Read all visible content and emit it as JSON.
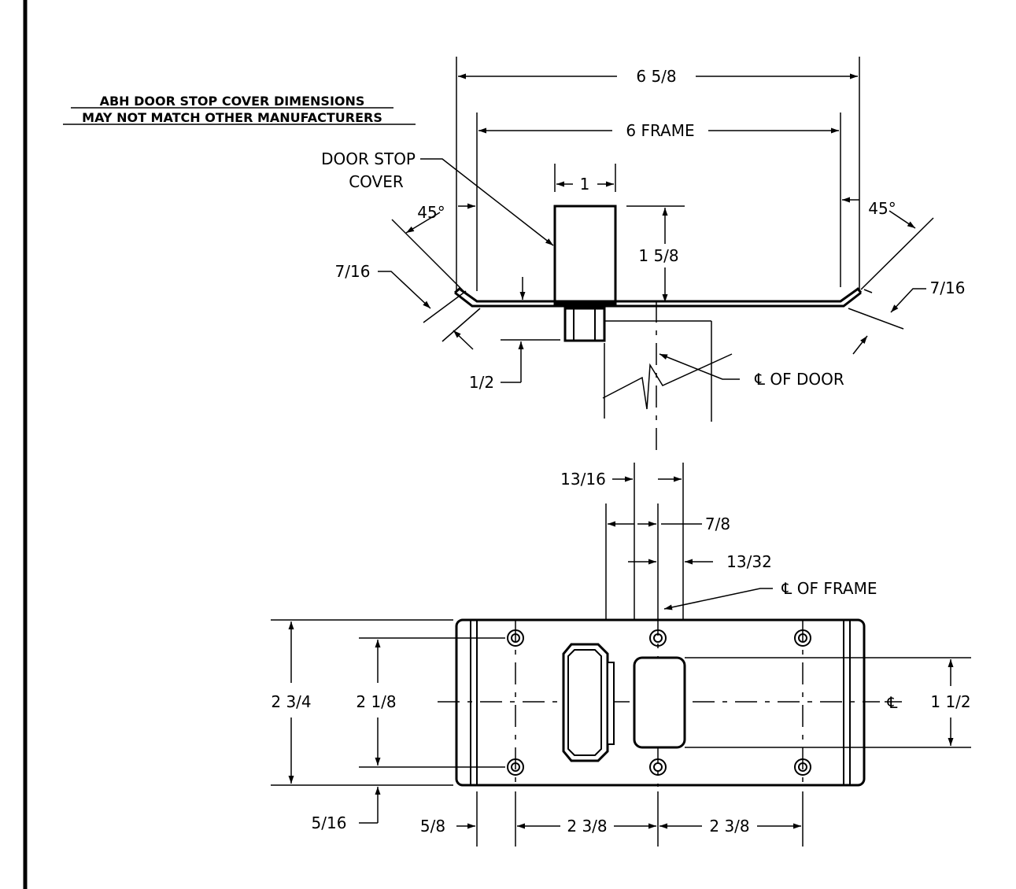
{
  "note": {
    "line1": "ABH DOOR STOP COVER DIMENSIONS",
    "line2": "MAY NOT MATCH OTHER MANUFACTURERS"
  },
  "top_view": {
    "overall_width": "6 5/8",
    "frame_width": "6 FRAME",
    "stop_width": "1",
    "stop_height": "1 5/8",
    "door_stop_line1": "DOOR STOP",
    "door_stop_line2": "COVER",
    "angle_left": "45°",
    "angle_right": "45°",
    "return_left": "7/16",
    "return_right": "7/16",
    "below_dim": "1/2",
    "door_centerline": "℄ OF DOOR"
  },
  "bottom_view": {
    "dim_13_16": "13/16",
    "dim_7_8": "7/8",
    "dim_13_32": "13/32",
    "frame_centerline": "℄ OF FRAME",
    "height_overall": "2 3/4",
    "height_holes": "2 1/8",
    "offset_bottom": "5/16",
    "offset_left": "5/8",
    "spacing_left": "2 3/8",
    "spacing_right": "2 3/8",
    "cutout_height": "1 1/2",
    "center_symbol": "℄"
  }
}
